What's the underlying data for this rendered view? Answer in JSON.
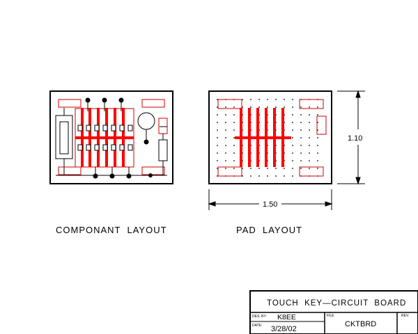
{
  "drawing": {
    "component_caption": "COMPONANT  LAYOUT",
    "pad_caption": "PAD  LAYOUT",
    "dim_width": "1.50",
    "dim_height": "1.10"
  },
  "title_block": {
    "title": "TOUCH  KEY—CIRCUIT  BOARD",
    "des_by_label": "DES. BY:",
    "des_by_value": "K8EE",
    "date_label": "DATE:",
    "date_value": "3/28/02",
    "file_label": "FILE",
    "file_value": "CKTBRD",
    "rev_label": "REV."
  },
  "colors": {
    "trace": "#ff0000",
    "outline": "#000000",
    "pad_outline": "#cc0000"
  }
}
